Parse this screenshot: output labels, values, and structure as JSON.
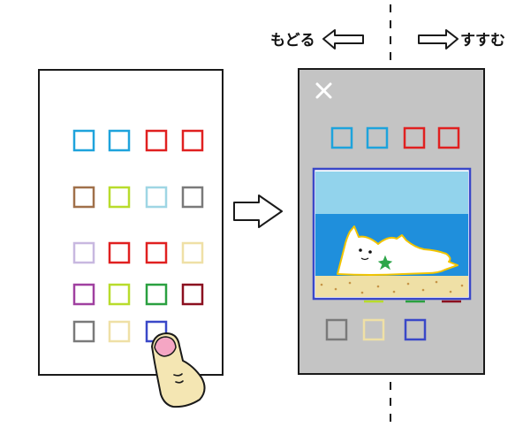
{
  "labels": {
    "back": "もどる",
    "forward": "すすむ"
  },
  "colors": {
    "phone_outline": "#1a1a1a",
    "detail_background": "#c4c4c4",
    "sky": "#92d3ec",
    "sea": "#1f8fdc",
    "sand": "#efe0a6",
    "cat": "#ffffff",
    "cat_outline": "#f2c400",
    "starfish": "#2ea64a",
    "finger_skin": "#f4e6b3",
    "fingernail": "#f5a6c4"
  },
  "grid_colors": [
    [
      "#1ea3dc",
      "#1ea3dc",
      "#e02020",
      "#e02020"
    ],
    [
      "#a0704a",
      "#b8dc2c",
      "#9fd6e4",
      "#7a7a7a"
    ],
    [
      "#c8b8e0",
      "#e02020",
      "#e02020",
      "#efe0a6"
    ],
    [
      "#a040a0",
      "#b8dc2c",
      "#2aa040",
      "#8b0f1f"
    ],
    [
      "#7a7a7a",
      "#efe0a6",
      "#3a48c8",
      null
    ]
  ],
  "detail_colors": {
    "top_row": [
      "#1ea3dc",
      "#1ea3dc",
      "#e02020",
      "#e02020"
    ],
    "bottom_row": [
      "#7a7a7a",
      "#efe0a6",
      "#3a48c8"
    ]
  },
  "close_icon": "close-x-icon",
  "tapped_item": {
    "row": 4,
    "col": 2
  }
}
